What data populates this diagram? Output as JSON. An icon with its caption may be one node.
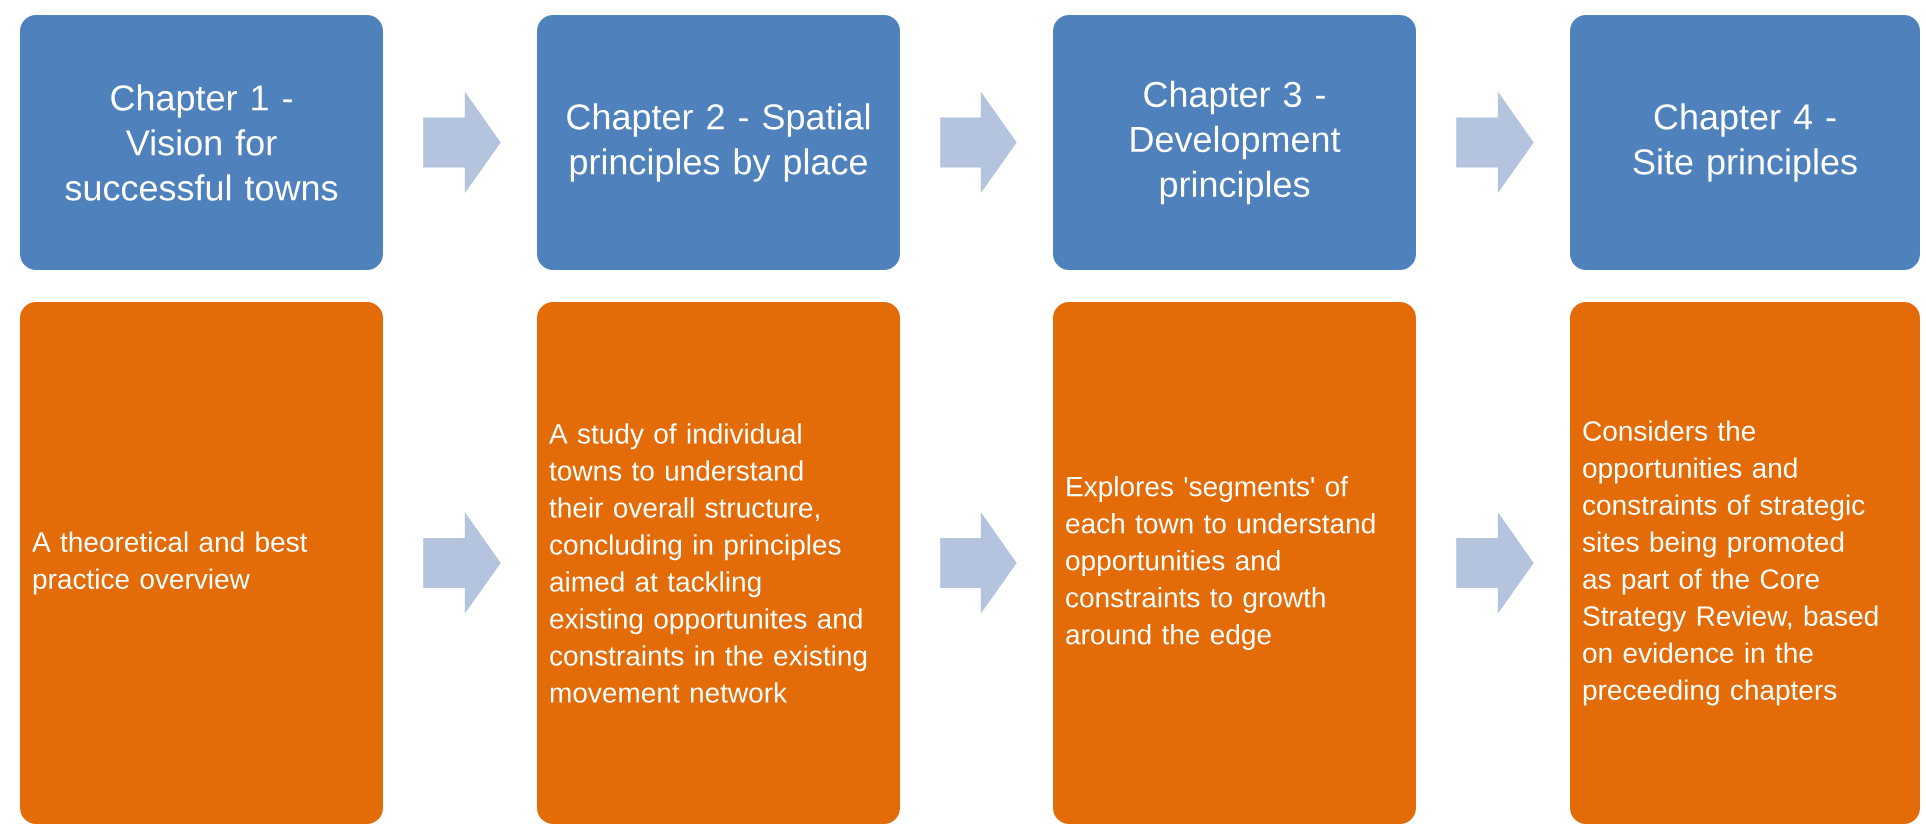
{
  "diagram": {
    "nodes": [
      {
        "text": [
          "Chapter 1 - Vision for successful towns"
        ]
      },
      {
        "text": [
          "Chapter 2 - Spatial principles by place"
        ]
      },
      {
        "text": [
          "Chapter 3 - Development principles"
        ]
      },
      {
        "text": [
          "Chapter 4 - Site principles"
        ]
      },
      {
        "text": [
          "A theoretical and best practice overview"
        ]
      },
      {
        "text": [
          "A study of individual towns to understand their overall structure, concluding in principles aimed at tackling existing opportunites and constraints in the existing movement network"
        ]
      },
      {
        "text": [
          "Explores 'segments' of each town to understand opportunities and constraints to growth around the edge"
        ]
      },
      {
        "text": [
          "Considers the opportunities and constraints of strategic sites being promoted as part of the Core Strategy Review, based on evidence in the preceeding chapters"
        ]
      }
    ],
    "edges": [
      {
        "from": 0,
        "to": 1,
        "arrow": "to"
      },
      {
        "from": 1,
        "to": 2,
        "arrow": "to"
      },
      {
        "from": 2,
        "to": 3,
        "arrow": "to"
      },
      {
        "from": 4,
        "to": 5,
        "arrow": "to"
      },
      {
        "from": 5,
        "to": 6,
        "arrow": "to"
      },
      {
        "from": 6,
        "to": 7,
        "arrow": "to"
      }
    ]
  }
}
